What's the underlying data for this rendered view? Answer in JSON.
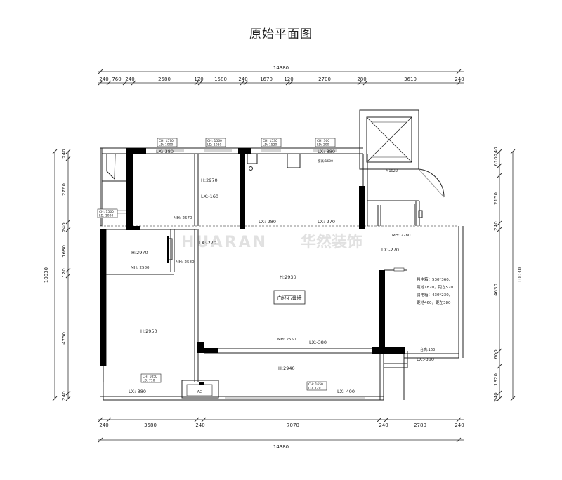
{
  "title": "原始平面图",
  "watermark": {
    "latin": "HUARAN",
    "cjk": "华然装饰"
  },
  "dims": {
    "total_top": "14380",
    "total_bottom": "14380",
    "total_left": "10030",
    "total_right": "10030",
    "top": [
      "240",
      "760",
      "240",
      "2580",
      "120",
      "1580",
      "240",
      "1670",
      "120",
      "2700",
      "280",
      "3610",
      "240"
    ],
    "bottom": [
      "240",
      "3580",
      "240",
      "7070",
      "240",
      "2780",
      "240"
    ],
    "left": [
      "240",
      "2760",
      "240",
      "1680",
      "120",
      "4750",
      "240"
    ],
    "right": [
      "610",
      "240",
      "2150",
      "240",
      "4630",
      "600",
      "1320",
      "240"
    ]
  },
  "labels": {
    "lx380_a": "LX:-380",
    "lx380_b": "LX:-380",
    "lx380_c": "LX:-380",
    "lx380_d": "LX:-380",
    "lx380_e": "LX:-380",
    "lx380_f": "LX:-380",
    "lx160": "LX:-160",
    "lx280": "LX:-280",
    "lx270_a": "LX:-270",
    "lx270_b": "LX:-270",
    "lx270_c": "LX:-270",
    "lx400": "LX:-400",
    "h2970_a": "H:2970",
    "h2970_b": "H:2970",
    "h2930": "H:2930",
    "h2950": "H:2950",
    "h2940": "H:2940",
    "mh2570": "MH: 2570",
    "mh2580_a": "MH: 2580",
    "mh2580_b": "MH: 2580",
    "mh2550": "MH: 2550",
    "mh2280": "MH: 2280",
    "m1022": "M1022",
    "sill1600": "窗高:1600",
    "sill163": "台高:163",
    "wall_note": "白坯石膏墙",
    "elec_1": "强电箱：530*360,",
    "elec_2": "距地1870，距左570",
    "elec_3": "弱电箱：430*230,",
    "elec_4": "距地460，距左380",
    "ac": "AC"
  },
  "window_tags": {
    "w1": [
      "CH: 1570",
      "LD: 1000"
    ],
    "w2": [
      "CH: 1560",
      "LD: 1020"
    ],
    "w3": [
      "CH: 1530",
      "LD: 1520"
    ],
    "w4": [
      "CH: 360",
      "LD: 200"
    ],
    "w5": [
      "CH: 1560",
      "LD: 1000"
    ],
    "w6": [
      "CH: 1050",
      "LD: 710"
    ],
    "w7": [
      "CH: 1650",
      "LD: 720"
    ]
  }
}
